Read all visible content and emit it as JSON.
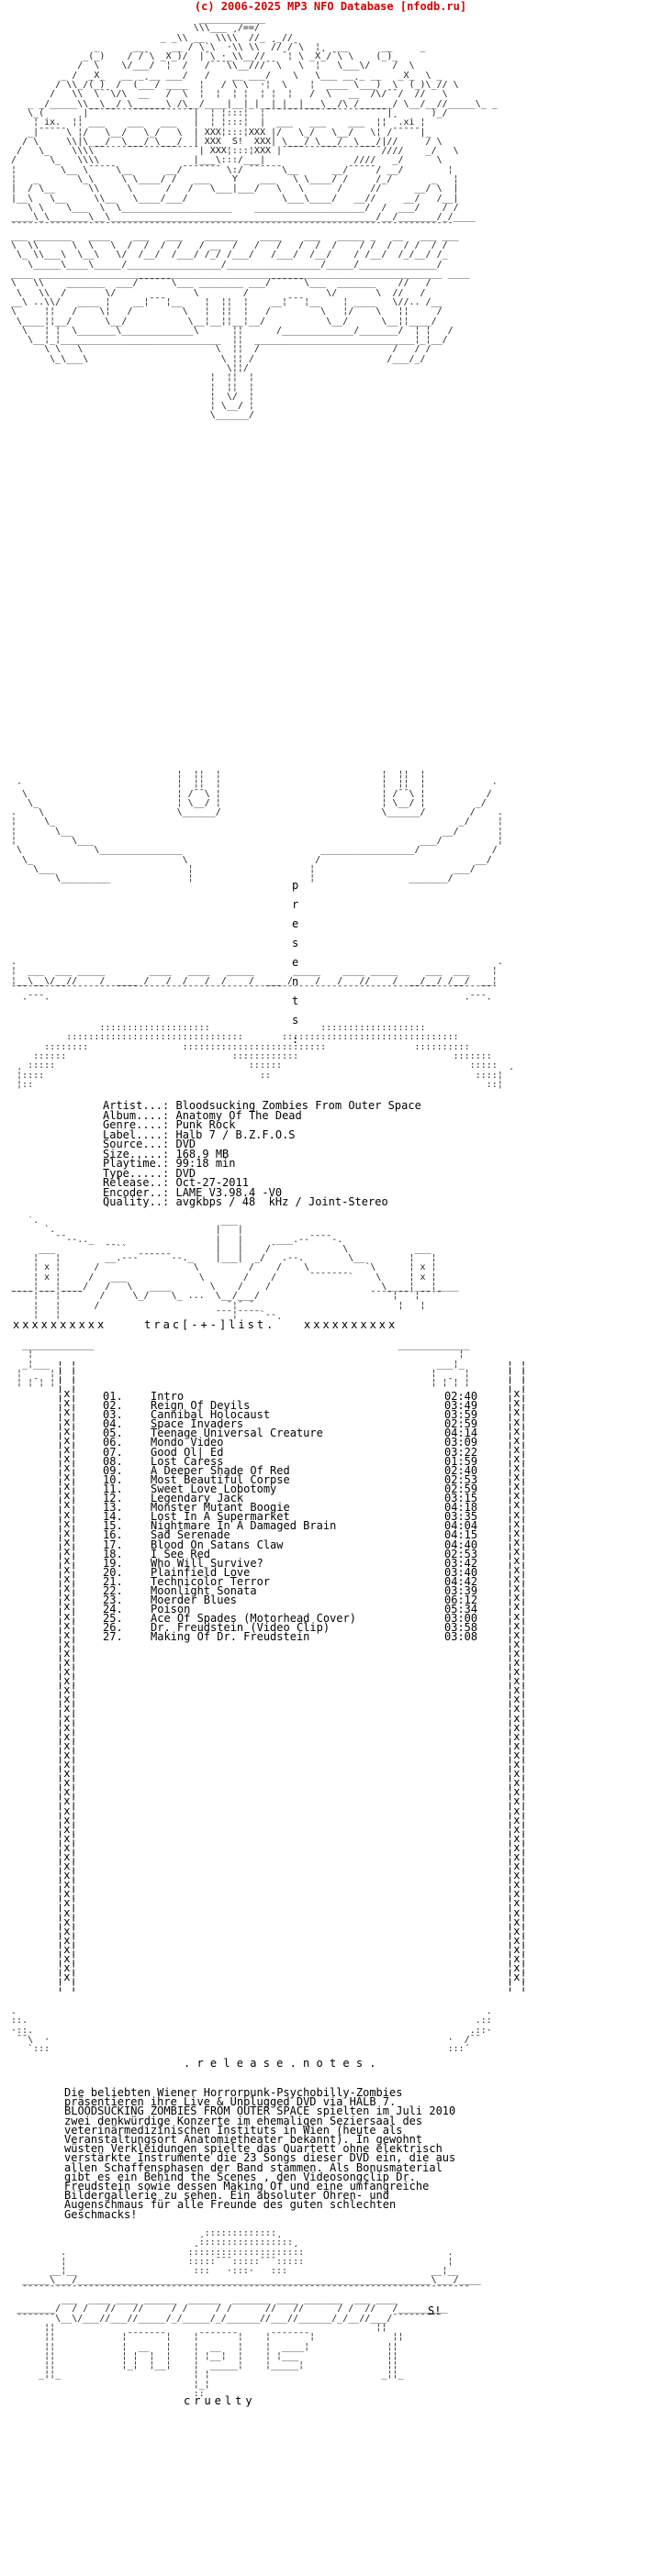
{
  "header": {
    "text": "(c) 2006-2025 MP3 NFO Database [nfodb.ru]"
  },
  "present": {
    "letters": [
      "p",
      "r",
      "e",
      "s",
      "e",
      "n",
      "t",
      "s",
      ":"
    ]
  },
  "info": {
    "artist": "Bloodsucking Zombies From Outer Space",
    "album": "Anatomy Of The Dead",
    "genre": "Punk Rock",
    "label": "Halb 7 / B.Z.F.O.S",
    "source": "DVD",
    "size": "168.9 MB",
    "playtime": "99:18 min",
    "type": "DVD",
    "release": "Oct-27-2011",
    "encoder": "LAME V3.98.4 -V0",
    "quality": "avgkbps / 48  kHz / Joint-Stereo"
  },
  "tracklist": {
    "title": "trac[-+-]list.",
    "markers": "xxxxxxxxxx",
    "tracks": [
      {
        "no": "01.",
        "title": "Intro",
        "time": "02:40"
      },
      {
        "no": "02.",
        "title": "Reign Of Devils",
        "time": "03:49"
      },
      {
        "no": "03.",
        "title": "Cannibal Holocaust",
        "time": "03:59"
      },
      {
        "no": "04.",
        "title": "Space Invaders",
        "time": "02:59"
      },
      {
        "no": "05.",
        "title": "Teenage Universal Creature",
        "time": "04:14"
      },
      {
        "no": "06.",
        "title": "Mondo Video",
        "time": "03:09"
      },
      {
        "no": "07.",
        "title": "Good Ol| Ed",
        "time": "03:22"
      },
      {
        "no": "08.",
        "title": "Lost Caress",
        "time": "01:59"
      },
      {
        "no": "09.",
        "title": "A Deeper Shade Of Red",
        "time": "02:40"
      },
      {
        "no": "10.",
        "title": "Most Beautiful Corpse",
        "time": "02:53"
      },
      {
        "no": "11.",
        "title": "Sweet Love Lobotomy",
        "time": "02:59"
      },
      {
        "no": "12.",
        "title": "Legendary Jack",
        "time": "03:15"
      },
      {
        "no": "13.",
        "title": "Monster Mutant Boogie",
        "time": "04:18"
      },
      {
        "no": "14.",
        "title": "Lost In A Supermarket",
        "time": "03:35"
      },
      {
        "no": "15.",
        "title": "Nightmare In A Damaged Brain",
        "time": "04:04"
      },
      {
        "no": "16.",
        "title": "Sad Serenade",
        "time": "04:15"
      },
      {
        "no": "17.",
        "title": "Blood On Satans Claw",
        "time": "04:40"
      },
      {
        "no": "18.",
        "title": "I See Red",
        "time": "02:53"
      },
      {
        "no": "19.",
        "title": "Who Will Survive?",
        "time": "03:42"
      },
      {
        "no": "20.",
        "title": "Plainfield Love",
        "time": "03:40"
      },
      {
        "no": "21.",
        "title": "Technicolor Terror",
        "time": "04:42"
      },
      {
        "no": "22.",
        "title": "Moonlight Sonata",
        "time": "03:39"
      },
      {
        "no": "23.",
        "title": "Moerder Blues",
        "time": "06:12"
      },
      {
        "no": "24.",
        "title": "Poison",
        "time": "05:34"
      },
      {
        "no": "25.",
        "title": "Ace Of Spades (Motorhead Cover)",
        "time": "03:00"
      },
      {
        "no": "26.",
        "title": "Dr. Freudstein (Video Clip)",
        "time": "03:58"
      },
      {
        "no": "27.",
        "title": "Making Of Dr. Freudstein",
        "time": "03:08"
      }
    ]
  },
  "release_notes": {
    "title": ". r e l e a s e . n o t e s .",
    "lines": [
      "Die beliebten Wiener Horrorpunk-Psychobilly-Zombies",
      "präsentieren ihre Live & Unplugged DVD via HALB 7.",
      "BLOODSUCKING ZOMBIES FROM OUTER SPACE spielten im Juli 2010",
      "zwei denkwürdige Konzerte im ehemaligen Seziersaal des",
      "veterinärmedizinischen Instituts in Wien (heute als",
      "Veranstaltungsort Anatomietheater bekannt). In gewohnt",
      "wüsten Verkleidungen spielte das Quartett ohne elektrisch",
      "verstärkte Instrumente die 23 Songs dieser DVD ein, die aus",
      "allen Schaffensphasen der Band stammen. Als Bonusmaterial",
      "gibt es ein Behind the Scenes , den Videosongclip Dr.",
      "Freudstein sowie dessen Making Of und eine umfangreiche",
      "Bildergallerie zu sehen. Ein absoluter Ohren- und",
      "Augenschmaus für alle Freunde des guten schlechten",
      "Geschmacks!"
    ]
  },
  "footer": {
    "tag": "cruelty",
    "sig": "S!"
  }
}
